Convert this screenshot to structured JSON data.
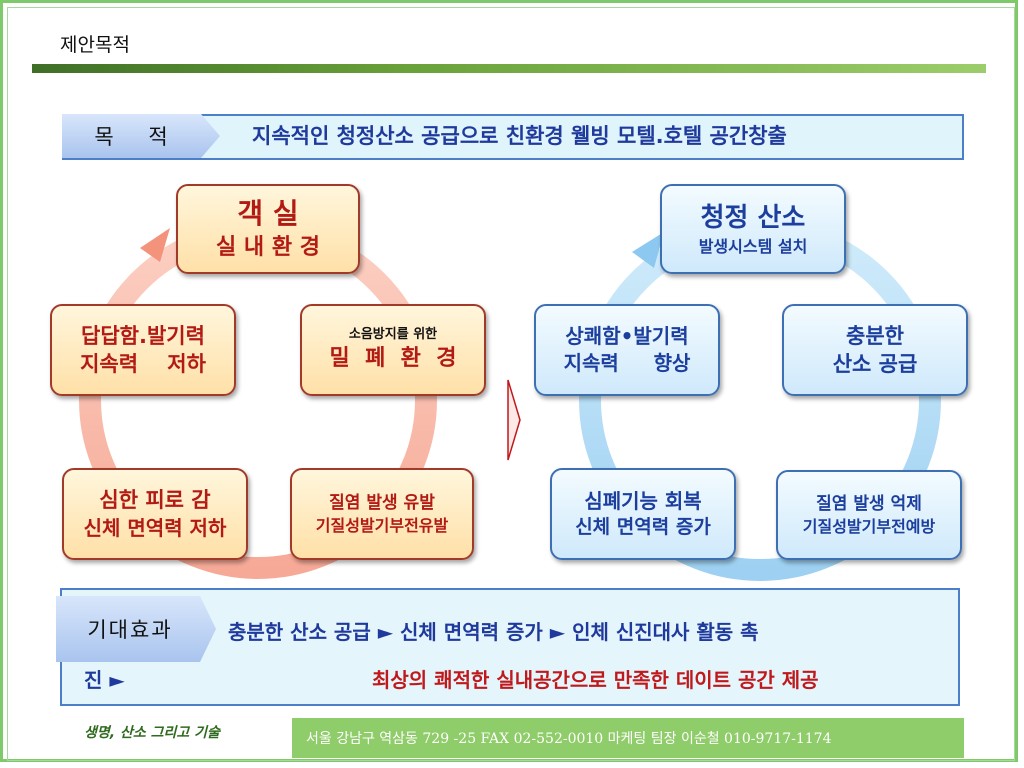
{
  "slide": {
    "title": "제안목적",
    "purpose": {
      "tag": "목 적",
      "text": "지속적인  청정산소  공급으로  친환경 웰빙 모텔.호텔 공간창출"
    },
    "current_cycle": {
      "top": {
        "line1": "객 실",
        "line2": "실 내 환 경"
      },
      "left_upper": {
        "line1": "답답함.발기력",
        "line2": "지속력    저하"
      },
      "right_upper": {
        "line1": "소음방지를 위한",
        "line2": "밀  폐  환  경"
      },
      "left_lower": {
        "line1": "심한 피로 감",
        "line2": "신체 면역력 저하"
      },
      "right_lower": {
        "line1": "질염 발생 유발",
        "line2": "기질성발기부전유발"
      }
    },
    "improved_cycle": {
      "top": {
        "line1": "청정 산소",
        "line2": "발생시스템 설치"
      },
      "left_upper": {
        "line1": "상쾌함•발기력",
        "line2": "지속력     향상"
      },
      "right_upper": {
        "line1": "충분한",
        "line2": "산소 공급"
      },
      "left_lower": {
        "line1": "심폐기능 회복",
        "line2": "신체 면역력 증가"
      },
      "right_lower": {
        "line1": "질염 발생 억제",
        "line2": "기질성발기부전예방"
      }
    },
    "expectation": {
      "tag": "기대효과",
      "line1": "충분한 산소 공급  ►  신체 면역력 증가  ►  인체 신진대사 활동 촉",
      "line2_start": "진  ►",
      "line2_highlight": "최상의 쾌적한 실내공간으로 만족한 데이트 공간  제공"
    },
    "slogan": "생명, 산소 그리고 기술",
    "footer": "서울 강남구 역삼동 729 -25 FAX 02-552-0010 마케팅 팀장 이순철 010-9717-1174"
  },
  "colors": {
    "warm_arc": "#f7a793",
    "cool_arc": "#a9d7f4",
    "accent_blue": "#1f3a9c",
    "accent_red": "#c0191b",
    "green_bar": "#6aa23a"
  }
}
